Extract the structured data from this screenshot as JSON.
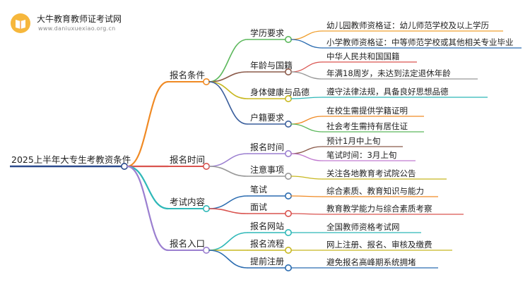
{
  "logo": {
    "name": "大牛教育教师证考试网",
    "url": "www.daniuxuexiao.org.cn"
  },
  "root": {
    "label": "2025上半年大专生考教资条件",
    "color": "#2b4a8c"
  },
  "branches": [
    {
      "label": "报名条件",
      "color": "#f08a24",
      "children": [
        {
          "label": "学历要求",
          "color": "#5cb85c",
          "children": [
            {
              "label": "幼儿园教师资格证：幼儿师范学校及以上学历",
              "color": "#f0a030"
            },
            {
              "label": "小学教师资格证：中等师范学校或其他相关专业毕业",
              "color": "#2b6cb0"
            }
          ]
        },
        {
          "label": "年龄与国籍",
          "color": "#8b5a4a",
          "children": [
            {
              "label": "中华人民共和国国籍",
              "color": "#d9534f"
            },
            {
              "label": "年满18周岁，未达到法定退休年龄",
              "color": "#999999"
            }
          ]
        },
        {
          "label": "身体健康与品德",
          "color": "#c8b820",
          "children": [
            {
              "label": "遵守法律法规，具备良好思想品德",
              "color": "#2fb8b8"
            }
          ]
        },
        {
          "label": "户籍要求",
          "color": "#3a5e9c",
          "children": [
            {
              "label": "在校生需提供学籍证明",
              "color": "#f08a24"
            },
            {
              "label": "社会考生需持有居住证",
              "color": "#5cb85c"
            }
          ]
        }
      ]
    },
    {
      "label": "报名时间",
      "color": "#d9534f",
      "children": [
        {
          "label": "报名时间",
          "color": "#9b7fd0",
          "children": [
            {
              "label": "预计1月中上旬",
              "color": "#8b5a4a"
            },
            {
              "label": "笔试时间：3月上旬",
              "color": "#c07ad0"
            }
          ]
        },
        {
          "label": "注意事项",
          "color": "#999999",
          "children": [
            {
              "label": "关注各地教育考试院公告",
              "color": "#c8b820"
            }
          ]
        }
      ]
    },
    {
      "label": "考试内容",
      "color": "#2fb8b8",
      "children": [
        {
          "label": "笔试",
          "color": "#2b6cb0",
          "children": [
            {
              "label": "综合素质、教育知识与能力",
              "color": "#f08a24"
            }
          ]
        },
        {
          "label": "面试",
          "color": "#d9534f",
          "children": [
            {
              "label": "教育教学能力与综合素质考察",
              "color": "#d9534f"
            }
          ]
        }
      ]
    },
    {
      "label": "报名入口",
      "color": "#9b7fd0",
      "children": [
        {
          "label": "报名网站",
          "color": "#2fb8b8",
          "children": [
            {
              "label": "全国教师资格考试网",
              "color": "#2fb8b8"
            }
          ]
        },
        {
          "label": "报名流程",
          "color": "#c8b820",
          "children": [
            {
              "label": "网上注册、报名、审核及缴费",
              "color": "#c8b820"
            }
          ]
        },
        {
          "label": "提前注册",
          "color": "#2b6cb0",
          "children": [
            {
              "label": "避免报名高峰期系统拥堵",
              "color": "#2b6cb0"
            }
          ]
        }
      ]
    }
  ]
}
